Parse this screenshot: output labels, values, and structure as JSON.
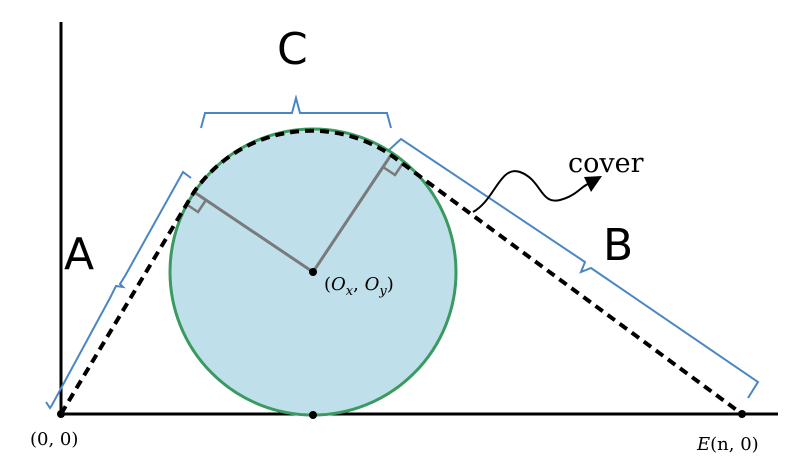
{
  "labels": {
    "segment_a": "A",
    "segment_b": "B",
    "segment_c": "C",
    "cover": "cover"
  },
  "points": {
    "origin": "(0, 0)",
    "center_open": "(",
    "center_o1": "O",
    "center_x_sub": "x",
    "center_comma": ", ",
    "center_o2": "O",
    "center_y_sub": "y",
    "center_close": ")",
    "end_e": "E",
    "end_coords": "(n, 0)"
  },
  "colors": {
    "circle_fill": "#bfe0ea",
    "circle_stroke": "#3a9a5f",
    "bracket": "#4a86c4",
    "radius": "#7a7a7a",
    "dashed_cover": "#000000",
    "axes": "#000000"
  }
}
